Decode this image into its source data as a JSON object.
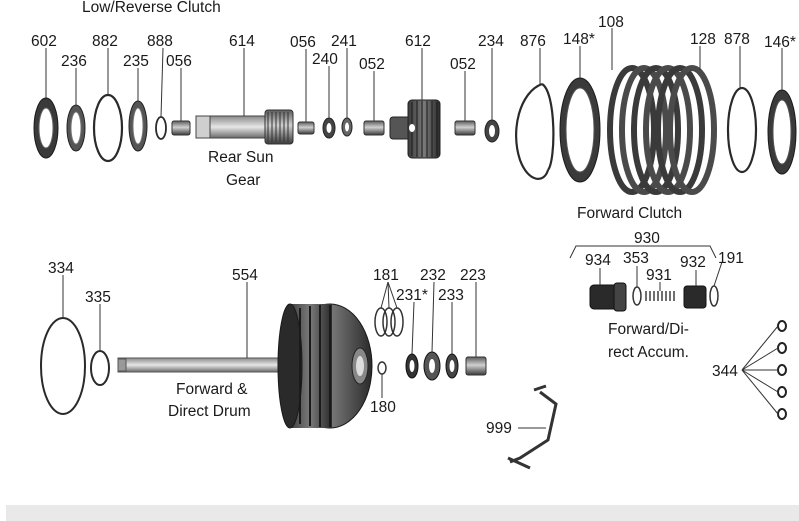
{
  "diagram": {
    "section_titles": {
      "low_reverse_clutch": "Low/Reverse Clutch",
      "rear_sun_gear_line1": "Rear Sun",
      "rear_sun_gear_line2": "Gear",
      "forward_clutch": "Forward Clutch",
      "forward_direct_accum_line1": "Forward/Di-",
      "forward_direct_accum_line2": "rect Accum.",
      "forward_direct_drum_line1": "Forward &",
      "forward_direct_drum_line2": "Direct Drum"
    },
    "part_numbers": {
      "p602": "602",
      "p236": "236",
      "p882": "882",
      "p235": "235",
      "p888": "888",
      "p056a": "056",
      "p614": "614",
      "p056b": "056",
      "p240": "240",
      "p241": "241",
      "p052a": "052",
      "p612": "612",
      "p052b": "052",
      "p234": "234",
      "p876": "876",
      "p148": "148*",
      "p108": "108",
      "p128": "128",
      "p878": "878",
      "p146": "146*",
      "p930": "930",
      "p934": "934",
      "p353": "353",
      "p931": "931",
      "p932": "932",
      "p191": "191",
      "p334": "334",
      "p335": "335",
      "p554": "554",
      "p181": "181",
      "p231": "231*",
      "p232": "232",
      "p233": "233",
      "p223": "223",
      "p180": "180",
      "p999": "999",
      "p344": "344"
    }
  },
  "colors": {
    "part_dark": "#2a2a2a",
    "part_mid": "#6e6e6e",
    "part_light": "#b8b8b8",
    "footer_bar": "#e9e9e9"
  }
}
